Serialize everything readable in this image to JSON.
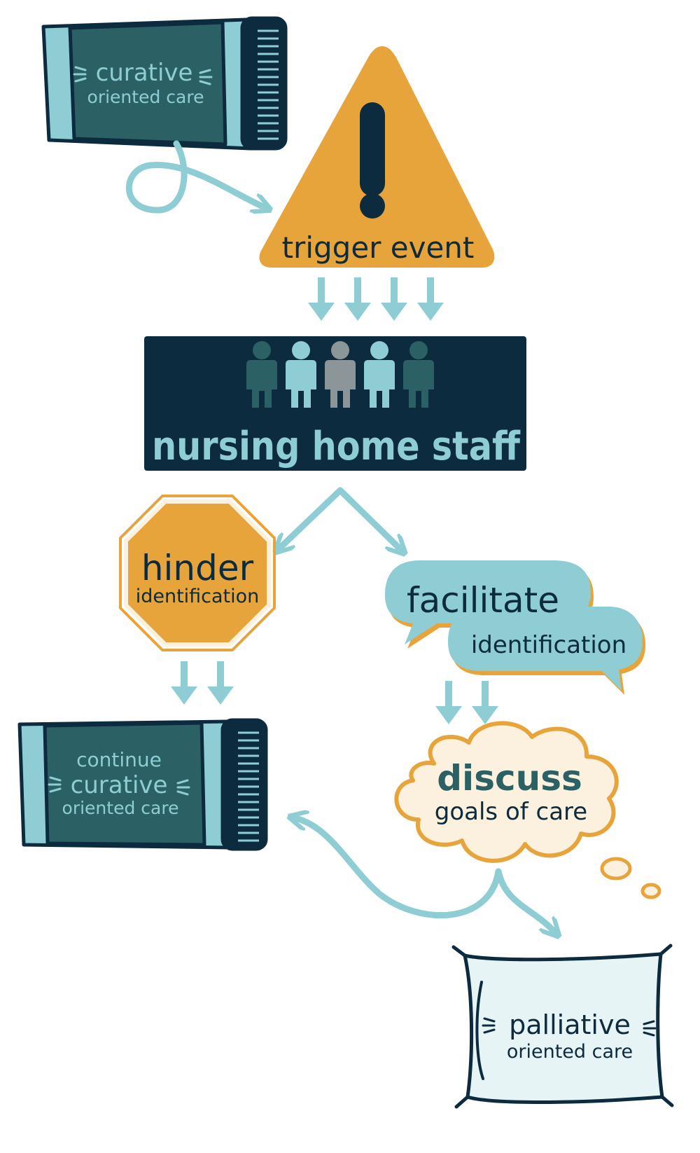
{
  "colors": {
    "navy": "#0d2b3e",
    "teal_dark": "#2b6165",
    "teal_light": "#8ecdd3",
    "orange": "#e7a43a",
    "cream": "#fbf1de",
    "pale_blue": "#e6f4f6",
    "gray_person": "#8c9699"
  },
  "top_pill": {
    "line1": "curative",
    "line2": "oriented care"
  },
  "trigger": {
    "label": "trigger event"
  },
  "staff": {
    "label": "nursing home staff"
  },
  "hinder": {
    "line1": "hinder",
    "line2": "identification"
  },
  "facilitate": {
    "line1": "facilitate",
    "line2": "identification"
  },
  "continue_pill": {
    "line1": "continue",
    "line2": "curative",
    "line3": "oriented care"
  },
  "discuss": {
    "line1": "discuss",
    "line2": "goals of care"
  },
  "palliative": {
    "line1": "palliative",
    "line2": "oriented care"
  },
  "icons": [
    "pill-bottle-icon",
    "warning-triangle-icon",
    "person-icon",
    "stop-sign-icon",
    "speech-bubble-icon",
    "thought-cloud-icon",
    "pillow-icon"
  ]
}
